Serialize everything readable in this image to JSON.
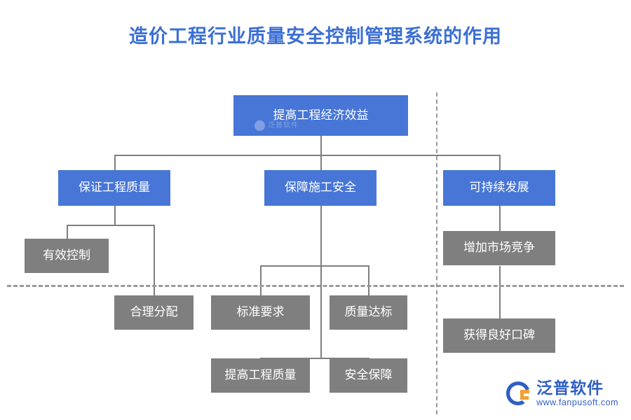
{
  "title": "造价工程行业质量安全控制管理系统的作用",
  "colors": {
    "title": "#3b6fd4",
    "blue_node": "#4776d6",
    "gray_node": "#7f7f7f",
    "connector": "#7f7f7f",
    "divider": "#9a9a9a",
    "logo": "#2f5fc4"
  },
  "nodes": {
    "root": "提高工程经济效益",
    "level2": [
      "保证工程质量",
      "保障施工安全",
      "可持续发展"
    ],
    "level3": [
      "有效控制",
      "合理分配",
      "标准要求",
      "质量达标",
      "提高工程质量",
      "安全保障",
      "增加市场竞争",
      "获得良好口碑"
    ]
  },
  "watermark": {
    "text": "泛普软件",
    "icon": "circle-mark-icon"
  },
  "logo": {
    "name": "泛普软件",
    "url": "www.fanpusoft.com",
    "icon": "fanpu-logo-icon"
  }
}
